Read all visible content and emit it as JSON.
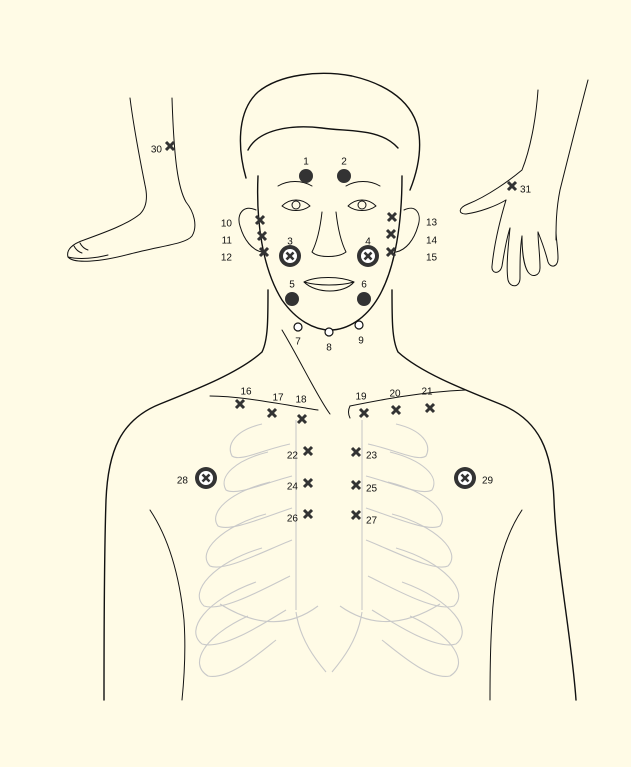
{
  "background": "#fffbe6",
  "point_color": "#333333",
  "ring_color": "#333333",
  "points": [
    {
      "label": "1",
      "type": "dot"
    },
    {
      "label": "2",
      "type": "dot"
    },
    {
      "label": "3",
      "type": "ring"
    },
    {
      "label": "4",
      "type": "ring"
    },
    {
      "label": "5",
      "type": "dot"
    },
    {
      "label": "6",
      "type": "dot"
    },
    {
      "label": "7",
      "type": "open"
    },
    {
      "label": "8",
      "type": "open"
    },
    {
      "label": "9",
      "type": "open"
    },
    {
      "label": "10",
      "type": "cross"
    },
    {
      "label": "11",
      "type": "cross"
    },
    {
      "label": "12",
      "type": "cross"
    },
    {
      "label": "13",
      "type": "cross"
    },
    {
      "label": "14",
      "type": "cross"
    },
    {
      "label": "15",
      "type": "cross"
    },
    {
      "label": "16",
      "type": "cross"
    },
    {
      "label": "17",
      "type": "cross"
    },
    {
      "label": "18",
      "type": "cross"
    },
    {
      "label": "19",
      "type": "cross"
    },
    {
      "label": "20",
      "type": "cross"
    },
    {
      "label": "21",
      "type": "cross"
    },
    {
      "label": "22",
      "type": "cross"
    },
    {
      "label": "23",
      "type": "cross"
    },
    {
      "label": "24",
      "type": "cross"
    },
    {
      "label": "25",
      "type": "cross"
    },
    {
      "label": "26",
      "type": "cross"
    },
    {
      "label": "27",
      "type": "cross"
    },
    {
      "label": "28",
      "type": "ring"
    },
    {
      "label": "29",
      "type": "ring"
    },
    {
      "label": "30",
      "type": "cross"
    },
    {
      "label": "31",
      "type": "cross"
    }
  ]
}
